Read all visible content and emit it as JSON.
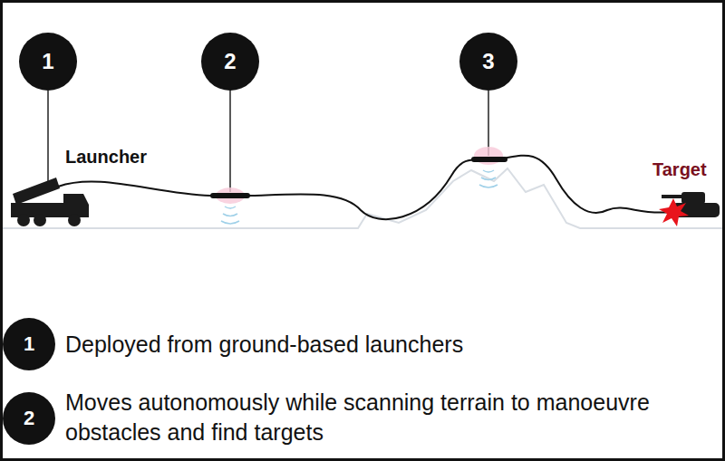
{
  "diagram": {
    "nodes": [
      {
        "text": [
          "1"
        ]
      },
      {
        "text": [
          "2"
        ]
      },
      {
        "text": [
          "3"
        ]
      },
      {
        "text": [
          "1"
        ]
      },
      {
        "text": [
          "2"
        ]
      }
    ],
    "labels": [
      "Launcher",
      "Target",
      "Deployed from ground-based launchers",
      "Moves autonomously while scanning terrain to manoeuvre obstacles and find targets"
    ]
  }
}
